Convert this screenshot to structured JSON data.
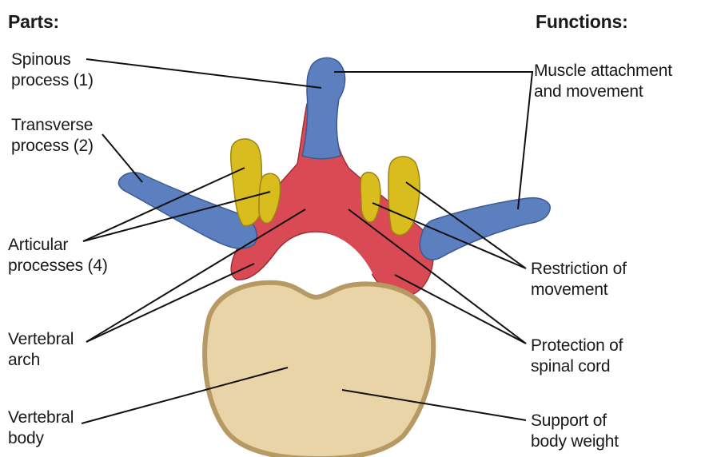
{
  "headers": {
    "parts": "Parts:",
    "functions": "Functions:"
  },
  "parts": {
    "spinous": "Spinous\nprocess (1)",
    "transverse": "Transverse\nprocess (2)",
    "articular": "Articular\nprocesses (4)",
    "arch": "Vertebral\narch",
    "body": "Vertebral\nbody"
  },
  "functions": {
    "muscle": "Muscle attachment\nand movement",
    "restriction": "Restriction of\nmovement",
    "protection": "Protection of\nspinal cord",
    "support": "Support of\nbody weight"
  },
  "colors": {
    "process_blue": "#5b7fbf",
    "arch_red": "#d94a55",
    "articular_yellow": "#d9bd1f",
    "body_beige": "#e8d4a6",
    "body_rim": "#b79a63",
    "line": "#111111"
  }
}
